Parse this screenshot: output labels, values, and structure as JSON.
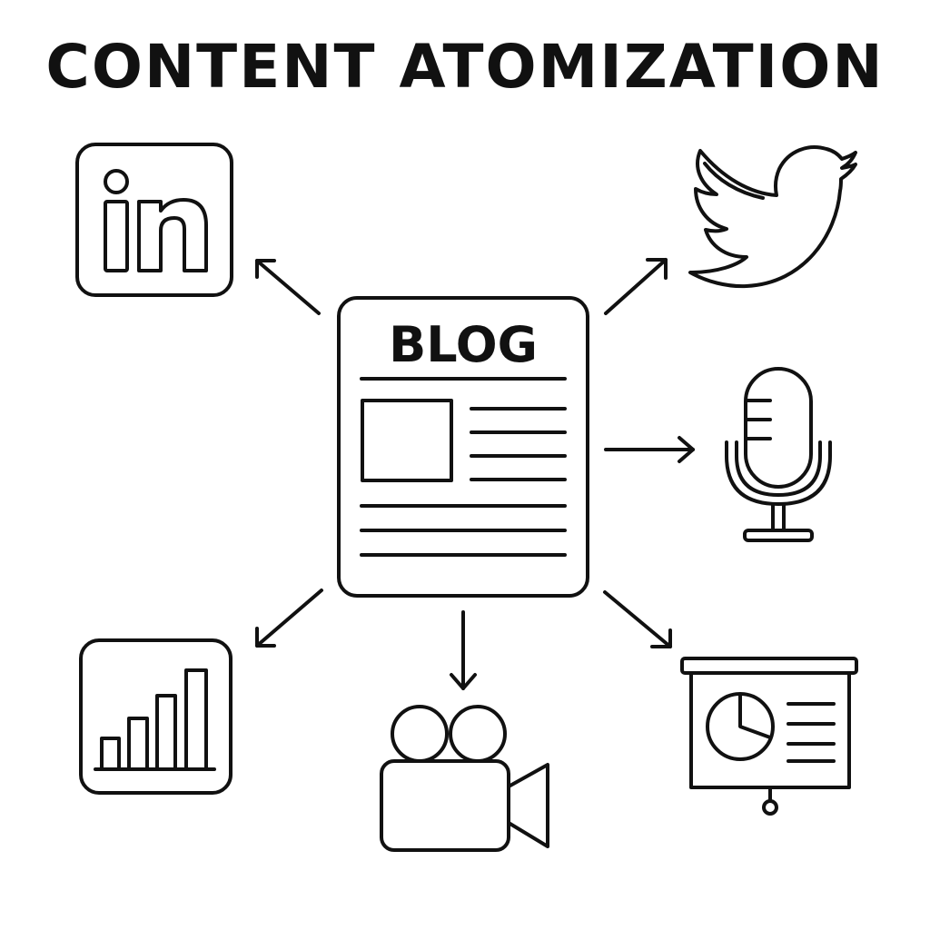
{
  "title": "CONTENT ATOMIZATION",
  "center": {
    "label": "BLOG",
    "icon": "blog-document-icon"
  },
  "outputs": [
    {
      "name": "linkedin",
      "icon": "linkedin-icon"
    },
    {
      "name": "twitter",
      "icon": "twitter-bird-icon"
    },
    {
      "name": "podcast",
      "icon": "microphone-icon"
    },
    {
      "name": "presentation",
      "icon": "presentation-screen-icon"
    },
    {
      "name": "video",
      "icon": "video-camera-icon"
    },
    {
      "name": "analytics",
      "icon": "bar-chart-icon"
    }
  ],
  "colors": {
    "stroke": "#111111",
    "background": "#ffffff"
  }
}
